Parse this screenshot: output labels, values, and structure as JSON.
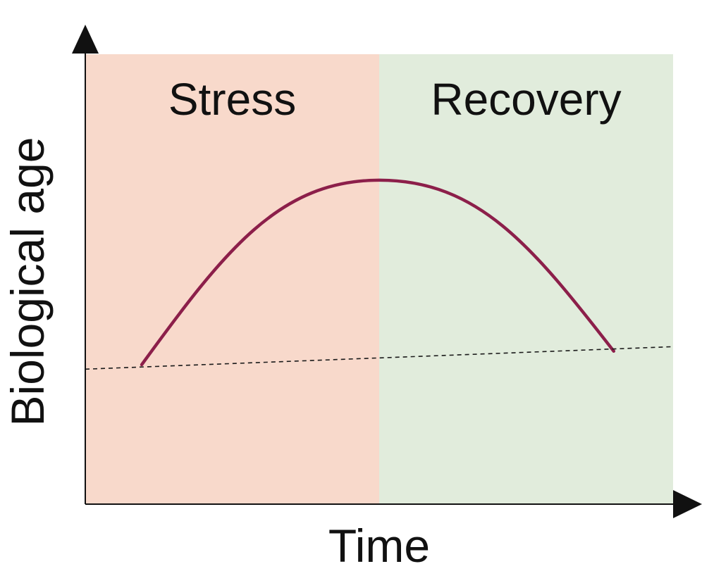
{
  "chart_data": {
    "type": "line",
    "title": "",
    "xlabel": "Time",
    "ylabel": "Biological age",
    "xlim": [
      0,
      100
    ],
    "ylim": [
      0,
      100
    ],
    "grid": false,
    "axis_ticks": false,
    "regions": [
      {
        "label": "Stress",
        "x_start": 0,
        "x_end": 50,
        "color": "#f8d9cb"
      },
      {
        "label": "Recovery",
        "x_start": 50,
        "x_end": 100,
        "color": "#e1ecdc"
      }
    ],
    "series": [
      {
        "style": "solid",
        "color": "#8c1f4a",
        "points": [
          {
            "x": 9.6,
            "y": 31
          },
          {
            "x": 50,
            "y": 72
          },
          {
            "x": 89.9,
            "y": 34
          }
        ]
      },
      {
        "style": "dashed",
        "color": "#1a1a1a",
        "points": [
          {
            "x": 0,
            "y": 30
          },
          {
            "x": 100,
            "y": 35
          }
        ]
      }
    ]
  }
}
